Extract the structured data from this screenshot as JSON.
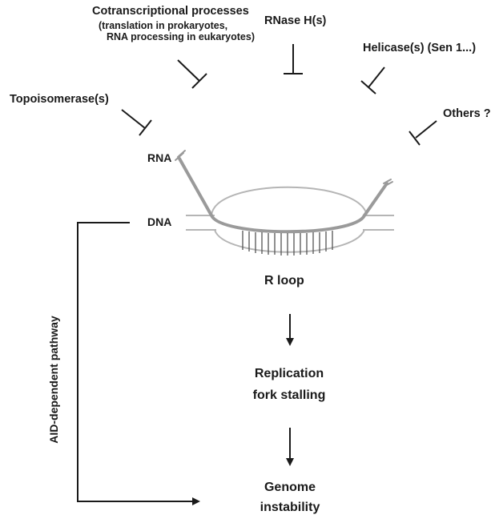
{
  "inhibitors": {
    "cotranscriptional": {
      "title": "Cotranscriptional processes",
      "line1": "(translation in prokaryotes,",
      "line2": "RNA processing in eukaryotes)"
    },
    "rnase": "RNase H(s)",
    "helicase": "Helicase(s) (Sen 1...)",
    "topoisomerase": "Topoisomerase(s)",
    "others": "Others ?"
  },
  "strands": {
    "rna": "RNA",
    "dna": "DNA"
  },
  "steps": {
    "r_loop": "R loop",
    "replication_line1": "Replication",
    "replication_line2": "fork stalling",
    "genome_line1": "Genome",
    "genome_line2": "instability"
  },
  "pathway": {
    "label": "AID-dependent pathway"
  },
  "colors": {
    "text": "#1a1a1a",
    "strand": "#b5b5b5",
    "rna_strand": "#9a9a9a",
    "hybrid_bars": "#555555"
  }
}
